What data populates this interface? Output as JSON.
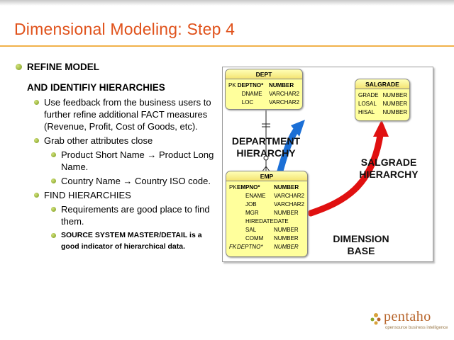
{
  "title": "Dimensional Modeling: Step 4",
  "content": {
    "l1_a": "REFINE MODEL",
    "l1_b": "AND IDENTIFIY HIERARCHIES",
    "b1": "Use feedback from the business users to further refine additional FACT measures (Revenue, Profit, Cost of Goods, etc).",
    "b2": "Grab other attributes close",
    "b2a": "Product Short Name → Product Long Name.",
    "b2b": "Country Name → Country ISO code.",
    "b3": "FIND HIERARCHIES",
    "b3a": "Requirements are good place to find them.",
    "b3b": "SOURCE SYSTEM MASTER/DETAIL is a good indicator of hierarchical data."
  },
  "diagram": {
    "dept": {
      "title": "DEPT",
      "rows": [
        {
          "key": "PK",
          "name": "DEPTNO*",
          "type": "NUMBER"
        },
        {
          "key": "",
          "name": "DNAME",
          "type": "VARCHAR2"
        },
        {
          "key": "",
          "name": "LOC",
          "type": "VARCHAR2"
        }
      ]
    },
    "salgrade": {
      "title": "SALGRADE",
      "rows": [
        {
          "name": "GRADE",
          "type": "NUMBER"
        },
        {
          "name": "LOSAL",
          "type": "NUMBER"
        },
        {
          "name": "HISAL",
          "type": "NUMBER"
        }
      ]
    },
    "emp": {
      "title": "EMP",
      "rows": [
        {
          "key": "PK",
          "name": "EMPNO*",
          "type": "NUMBER"
        },
        {
          "key": "",
          "name": "ENAME",
          "type": "VARCHAR2"
        },
        {
          "key": "",
          "name": "JOB",
          "type": "VARCHAR2"
        },
        {
          "key": "",
          "name": "MGR",
          "type": "NUMBER"
        },
        {
          "key": "",
          "name": "HIREDATE",
          "type": "DATE"
        },
        {
          "key": "",
          "name": "SAL",
          "type": "NUMBER"
        },
        {
          "key": "",
          "name": "COMM",
          "type": "NUMBER"
        },
        {
          "key": "FK",
          "name": "DEPTNO*",
          "type": "NUMBER"
        }
      ]
    },
    "labels": {
      "dept_line1": "DEPARTMENT",
      "dept_line2": "HIERARCHY",
      "sal_line1": "SALGRADE",
      "sal_line2": "HIERARCHY",
      "dim_line1": "DIMENSION",
      "dim_line2": "BASE"
    },
    "colors": {
      "blue_arrow": "#1b6fd6",
      "red_arrow": "#e01010",
      "table_fill": "#ffff9c"
    }
  },
  "logo": {
    "word": "pentaho",
    "tagline": "opensource business intelligence"
  },
  "colors": {
    "title": "#e0521b",
    "rule": "#f1b24a",
    "bullet": "#8aa62a"
  }
}
